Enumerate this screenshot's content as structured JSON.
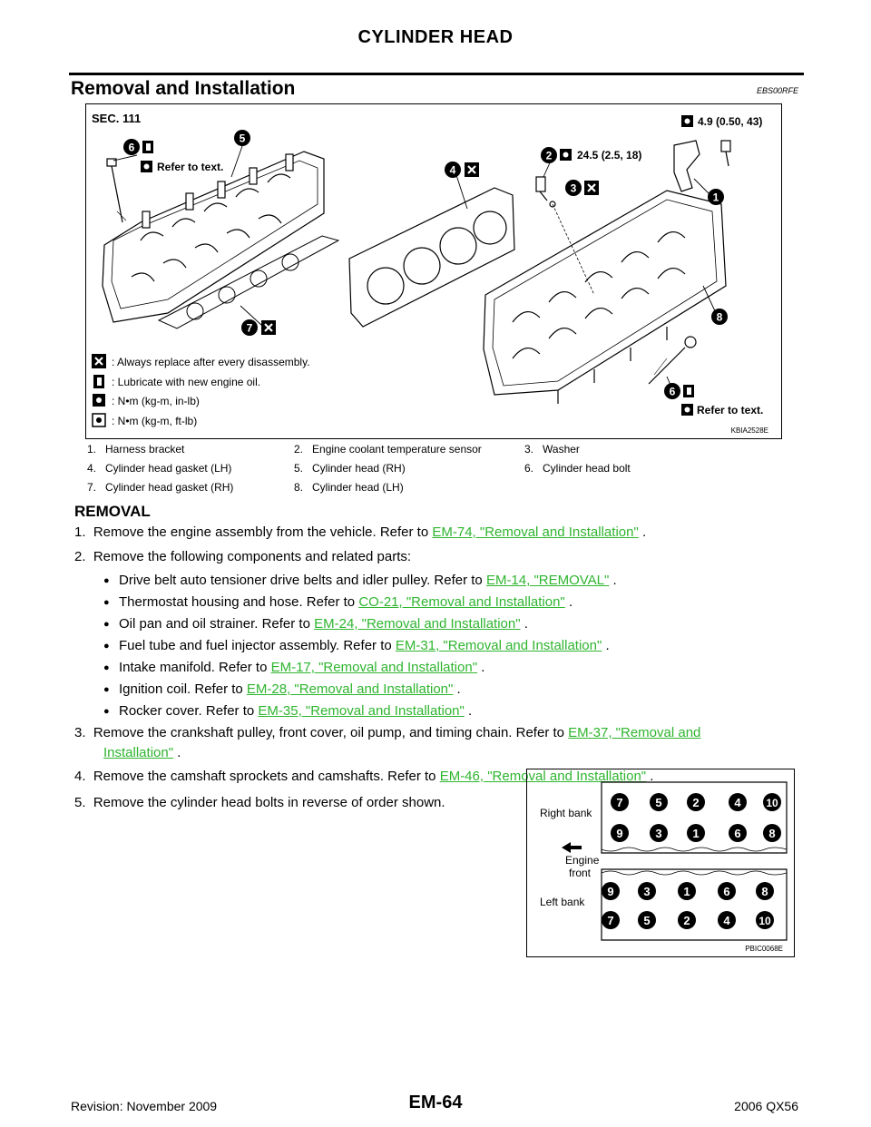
{
  "header": {
    "title": "CYLINDER HEAD"
  },
  "section": {
    "title": "Removal and Installation",
    "code": "EBS00RFE"
  },
  "figure1": {
    "sec_label": "SEC. 111",
    "callouts": {
      "c1": "1",
      "c2": "2",
      "c3": "3",
      "c4": "4",
      "c5": "5",
      "c6a": "6",
      "c6b": "6",
      "c7": "7",
      "c8": "8"
    },
    "torque_top_right": "4.9 (0.50, 43)",
    "torque_sensor": "24.5 (2.5, 18)",
    "refer_top_left": "Refer to text.",
    "refer_bottom_right": "Refer to text.",
    "legend": [
      ": Always replace after every disassembly.",
      ": Lubricate with new engine oil.",
      ": N•m (kg-m, in-lb)",
      ": N•m (kg-m, ft-lb)"
    ],
    "figure_code": "KBIA2528E"
  },
  "parts": [
    [
      "1.   Harness bracket",
      "2.   Engine coolant temperature sensor",
      "3.   Washer"
    ],
    [
      "4.   Cylinder head gasket (LH)",
      "5.   Cylinder head (RH)",
      "6.   Cylinder head bolt"
    ],
    [
      "7.   Cylinder head gasket (RH)",
      "8.   Cylinder head (LH)",
      ""
    ]
  ],
  "removal": {
    "title": "REMOVAL",
    "step1": {
      "text": "1.  Remove the engine assembly from the vehicle. Refer to ",
      "link": "EM-74, \"Removal and Installation\"",
      "tail": " ."
    },
    "step2": {
      "text": "2.  Remove the following components and related parts:"
    },
    "bullets": [
      {
        "text": "Drive belt auto tensioner drive belts and idler pulley. Refer to ",
        "link": "EM-14, \"REMOVAL\"",
        "tail": " ."
      },
      {
        "text": "Thermostat housing and hose. Refer to ",
        "link": "CO-21, \"Removal and Installation\"",
        "tail": " ."
      },
      {
        "text": "Oil pan and oil strainer. Refer to ",
        "link": "EM-24, \"Removal and Installation\"",
        "tail": " ."
      },
      {
        "text": "Fuel tube and fuel injector assembly. Refer to ",
        "link": "EM-31, \"Removal and Installation\"",
        "tail": " ."
      },
      {
        "text": "Intake manifold. Refer to ",
        "link": "EM-17, \"Removal and Installation\"",
        "tail": " ."
      },
      {
        "text": "Ignition coil. Refer to ",
        "link": "EM-28, \"Removal and Installation\"",
        "tail": " ."
      },
      {
        "text": "Rocker cover. Refer to ",
        "link": "EM-35, \"Removal and Installation\"",
        "tail": " ."
      }
    ],
    "step3": {
      "text": "3.  Remove the crankshaft pulley, front cover, oil pump, and timing chain. Refer to ",
      "link1": "EM-37, \"Removal and",
      "link2": "Installation\"",
      "tail": " ."
    },
    "step4": {
      "text": "4.  Remove the camshaft sprockets and camshafts. Refer to ",
      "link": "EM-46, \"Removal and Installation\"",
      "tail": " ."
    },
    "step5": {
      "text": "5.  Remove the cylinder head bolts in reverse of order shown."
    }
  },
  "figure2": {
    "right_bank": "Right bank",
    "engine": "Engine",
    "front": "front",
    "left_bank": "Left bank",
    "rows": [
      [
        "7",
        "5",
        "2",
        "4",
        "10"
      ],
      [
        "9",
        "3",
        "1",
        "6",
        "8"
      ],
      [
        "9",
        "3",
        "1",
        "6",
        "8"
      ],
      [
        "7",
        "5",
        "2",
        "4",
        "10"
      ]
    ],
    "figure_code": "PBIC0068E"
  },
  "footer": {
    "revision": "Revision: November 2009",
    "page": "EM-64",
    "model": "2006 QX56"
  }
}
